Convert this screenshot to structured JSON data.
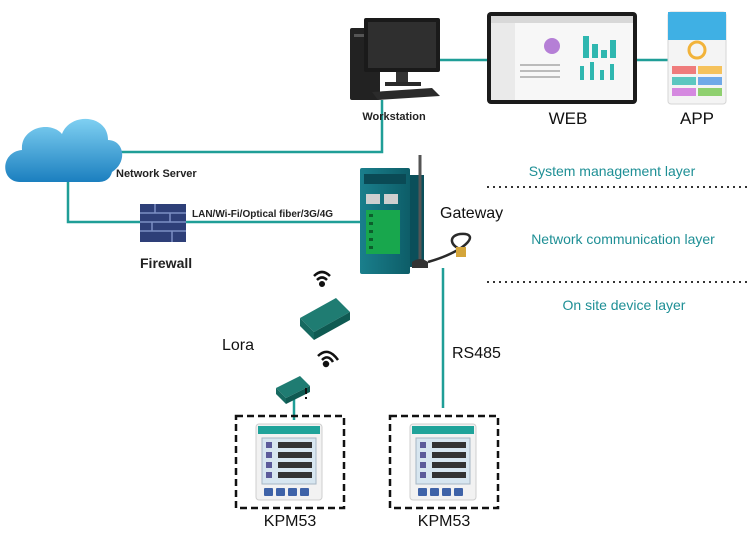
{
  "nodes": {
    "workstation": "Workstation",
    "web": "WEB",
    "app": "APP",
    "network_server": "Network Server",
    "gateway": "Gateway",
    "firewall": "Firewall",
    "lora": "Lora",
    "meter_left": "KPM53",
    "meter_right": "KPM53"
  },
  "links": {
    "uplink": "LAN/Wi-Fi/Optical fiber/3G/4G",
    "field_bus": "RS485"
  },
  "layers": [
    "System management layer",
    "Network communication layer",
    "On site device layer"
  ],
  "colors": {
    "teal": "#1f9e97",
    "layer_text": "#1e8f95",
    "cloud": "#2b97cf",
    "dark": "#222222"
  }
}
